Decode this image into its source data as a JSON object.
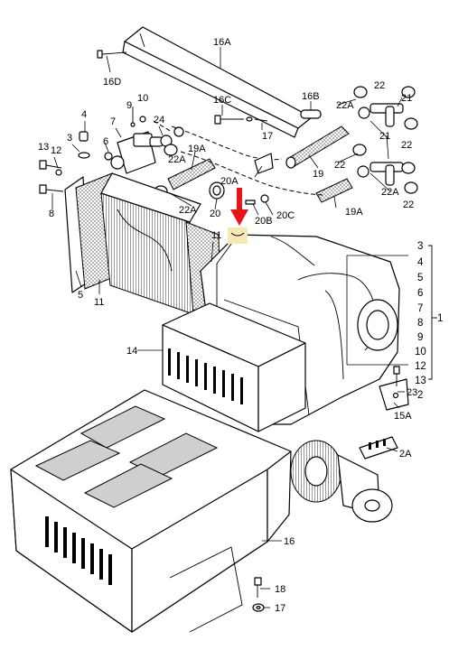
{
  "labels": {
    "p16A": "16A",
    "p16D": "16D",
    "p16B": "16B",
    "p16C": "16C",
    "p17a": "17",
    "p22a": "22",
    "p22b": "22",
    "p22c": "22",
    "p22d": "22",
    "p21a": "21",
    "p21b": "21",
    "p22Aa": "22A",
    "p22Ab": "22A",
    "p22Ac": "22A",
    "p22Ad": "22A",
    "p19": "19",
    "p19Aa": "19A",
    "p19Ab": "19A",
    "p20A": "20A",
    "p20B": "20B",
    "p20C": "20C",
    "p20": "20",
    "p9": "9",
    "p10": "10",
    "p4": "4",
    "p7": "7",
    "p24": "24",
    "p3": "3",
    "p6": "6",
    "p13": "13",
    "p12": "12",
    "p8": "8",
    "p5": "5",
    "p11a": "11",
    "p11b": "11",
    "p14": "14",
    "p15A": "15A",
    "p23": "23",
    "p2A": "2A",
    "p16": "16",
    "p18": "18",
    "p17b": "17",
    "ref3": "3",
    "ref4": "4",
    "ref5": "5",
    "ref6": "6",
    "ref7": "7",
    "ref8": "8",
    "ref9": "9",
    "ref10": "10",
    "ref12": "12",
    "ref13": "13",
    "ref2": "2",
    "ref1": "1"
  },
  "colors": {
    "arrow": "#e8141b",
    "highlight": "#f7e9b5",
    "line": "#000000"
  }
}
